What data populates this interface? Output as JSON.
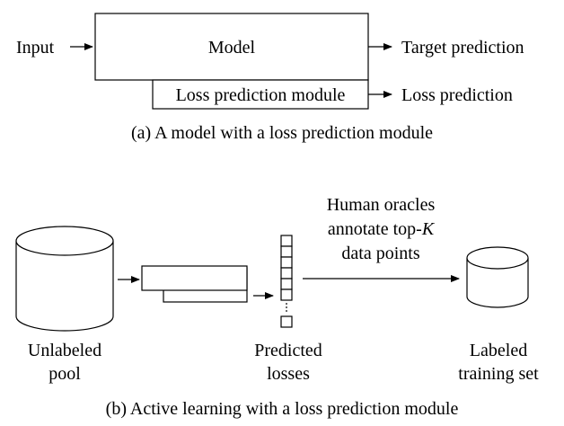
{
  "panel_a": {
    "input_label": "Input",
    "model_label": "Model",
    "target_output_label": "Target prediction",
    "loss_module_label": "Loss prediction module",
    "loss_output_label": "Loss prediction",
    "caption": "(a) A model with a loss prediction module"
  },
  "panel_b": {
    "unlabeled_pool_line1": "Unlabeled",
    "unlabeled_pool_line2": "pool",
    "oracle_line1": "Human oracles",
    "oracle_line2_prefix": "annotate top-",
    "oracle_line2_var": "K",
    "oracle_line3": "data points",
    "predicted_losses_line1": "Predicted",
    "predicted_losses_line2": "losses",
    "labeled_set_line1": "Labeled",
    "labeled_set_line2": "training set",
    "caption": "(b) Active learning with a loss prediction module"
  }
}
